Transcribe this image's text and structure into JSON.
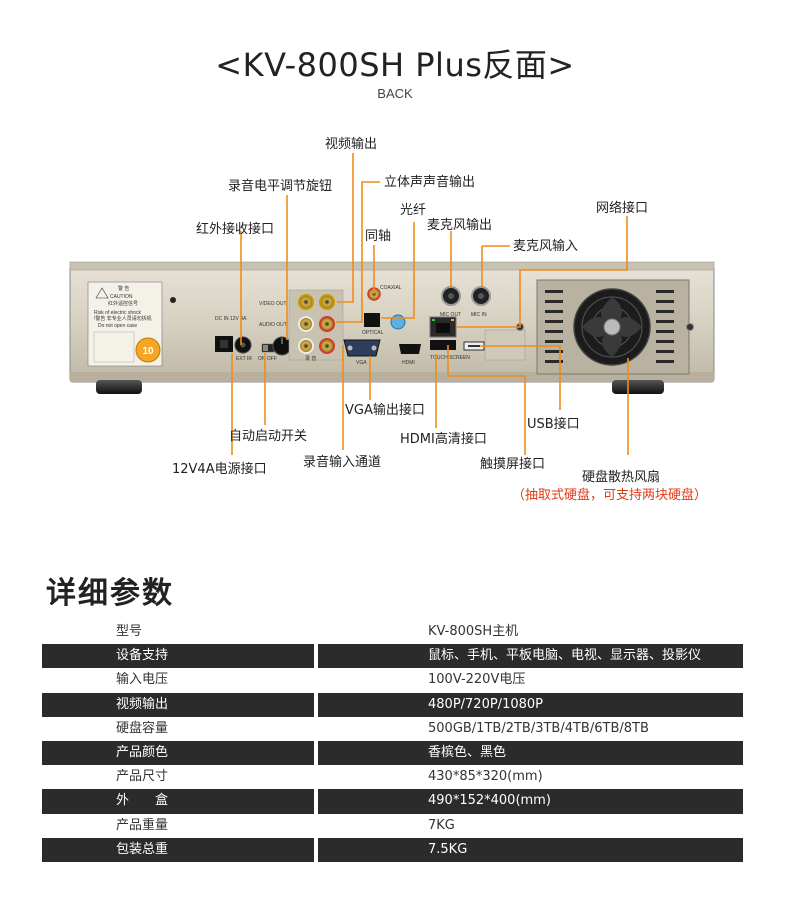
{
  "header": {
    "title": "<KV-800SH Plus反面>",
    "subtitle": "BACK"
  },
  "callouts": {
    "video_out": "视频输出",
    "stereo_out": "立体声声音输出",
    "rec_level_knob": "录音电平调节旋钮",
    "optical": "光纤",
    "network": "网络接口",
    "ir_receiver": "红外接收接口",
    "coaxial": "同轴",
    "mic_out": "麦克风输出",
    "mic_in": "麦克风输入",
    "vga_out": "VGA输出接口",
    "auto_start": "自动启动开关",
    "hdmi": "HDMI高清接口",
    "usb": "USB接口",
    "rec_input": "录音输入通道",
    "touch_screen": "触摸屏接口",
    "power": "12V4A电源接口",
    "fan": "硬盘散热风扇",
    "fan_note": "（抽取式硬盘，可支持两块硬盘）"
  },
  "panel_print": {
    "warning_head": "警 告",
    "caution": "CAUTION",
    "warning_line": "红外遥控信号",
    "risk_1": "Risk of electric shock",
    "risk_2": "!警告 非专业人员请勿拆机",
    "no_open": "Do not open case",
    "badge": "10",
    "video_out": "VIDEO OUT",
    "audio_out": "AUDIO OUT",
    "coaxial": "COAXIAL",
    "optical": "OPTICAL",
    "vga": "VGA",
    "hdmi": "HDMI",
    "touch_screen": "TOUCH SCREEN",
    "mic_out": "MIC OUT",
    "mic_in": "MIC IN",
    "dc_in": "DC IN 12V 4A",
    "ext_ir": "EXT IR",
    "on_off": "ON OFF",
    "rec_label": "录 音"
  },
  "specs_section": {
    "title": "详细参数",
    "rows": [
      {
        "label": "型号",
        "value": "KV-800SH主机"
      },
      {
        "label": "设备支持",
        "value": "鼠标、手机、平板电脑、电视、显示器、投影仪"
      },
      {
        "label": "输入电压",
        "value": "100V-220V电压"
      },
      {
        "label": "视频输出",
        "value": "480P/720P/1080P"
      },
      {
        "label": "硬盘容量",
        "value": "500GB/1TB/2TB/3TB/4TB/6TB/8TB"
      },
      {
        "label": "产品颜色",
        "value": "香槟色、黑色"
      },
      {
        "label": "产品尺寸",
        "value": "430*85*320(mm)"
      },
      {
        "label": "外　　盒",
        "value": "490*152*400(mm)"
      },
      {
        "label": "产品重量",
        "value": "7KG"
      },
      {
        "label": "包装总重",
        "value": "7.5KG"
      }
    ]
  },
  "colors": {
    "leader_line": "#f08c1a",
    "note_red": "#e23a17",
    "dark_row": "#2b2b2b",
    "panel_body": "#d9d3c3"
  }
}
